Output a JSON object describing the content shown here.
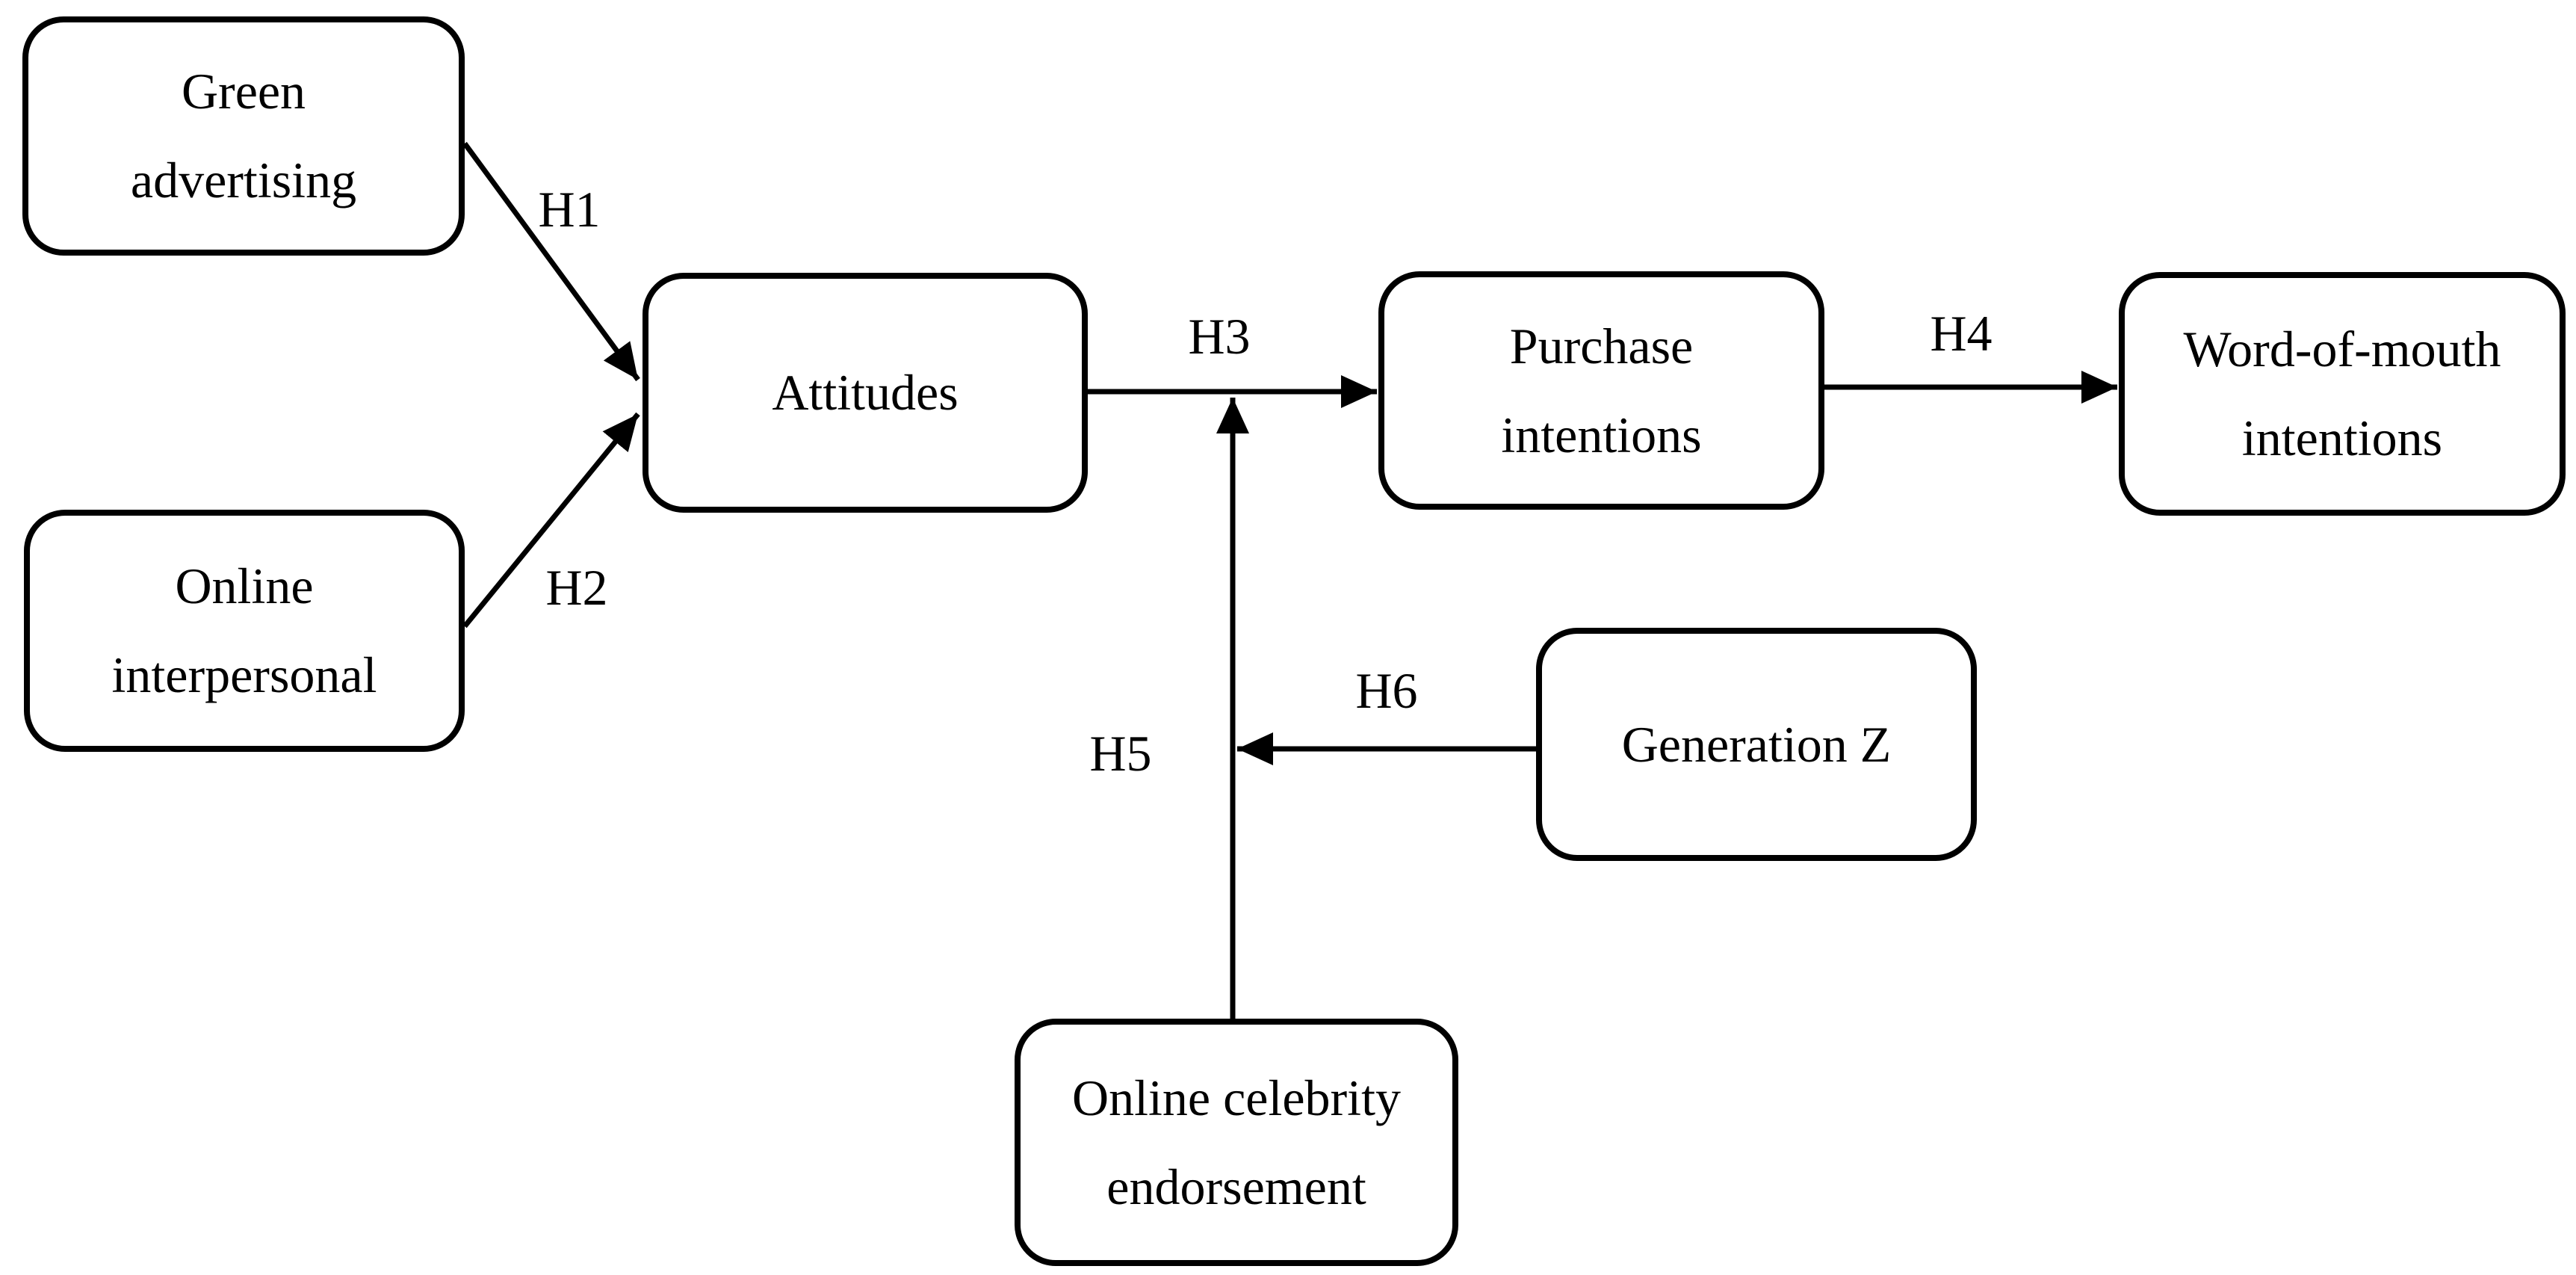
{
  "diagram": {
    "type": "conceptual-model",
    "background_color": "#ffffff",
    "stroke_color": "#000000"
  },
  "nodes": {
    "green_advertising": {
      "lines": [
        "Green",
        "advertising"
      ]
    },
    "online_interpersonal": {
      "lines": [
        "Online",
        "interpersonal"
      ]
    },
    "attitudes": {
      "lines": [
        "Attitudes"
      ]
    },
    "purchase_intentions": {
      "lines": [
        "Purchase",
        "intentions"
      ]
    },
    "word_of_mouth": {
      "lines": [
        "Word-of-mouth",
        "intentions"
      ]
    },
    "generation_z": {
      "lines": [
        "Generation Z"
      ]
    },
    "online_celebrity": {
      "lines": [
        "Online celebrity",
        "endorsement"
      ]
    }
  },
  "edges": {
    "h1": {
      "label": "H1",
      "from": "green_advertising",
      "to": "attitudes"
    },
    "h2": {
      "label": "H2",
      "from": "online_interpersonal",
      "to": "attitudes"
    },
    "h3": {
      "label": "H3",
      "from": "attitudes",
      "to": "purchase_intentions"
    },
    "h4": {
      "label": "H4",
      "from": "purchase_intentions",
      "to": "word_of_mouth"
    },
    "h5": {
      "label": "H5",
      "from": "online_celebrity",
      "to": "h3_path"
    },
    "h6": {
      "label": "H6",
      "from": "generation_z",
      "to": "h5_path"
    }
  }
}
